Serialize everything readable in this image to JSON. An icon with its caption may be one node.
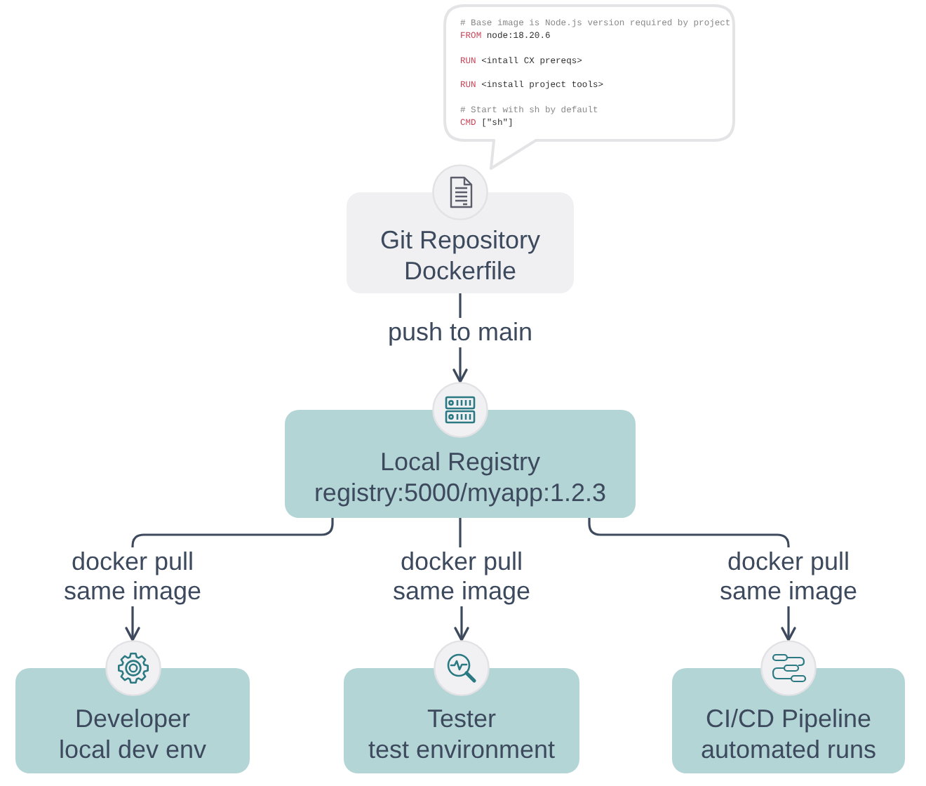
{
  "diagram": {
    "nodes": [
      {
        "text": [
          "# Base image is Node.js version required by project",
          "FROM node:18.20.6",
          "RUN <intall CX prereqs>",
          "RUN <install project tools>",
          "# Start with sh by default",
          "CMD [\"sh\"]"
        ]
      },
      {
        "text": [
          "Git Repository",
          "Dockerfile"
        ]
      },
      {
        "text": [
          "Local Registry",
          "registry:5000/myapp:1.2.3"
        ]
      },
      {
        "text": [
          "Developer",
          "local dev env"
        ]
      },
      {
        "text": [
          "Tester",
          "test environment"
        ]
      },
      {
        "text": [
          "CI/CD Pipeline",
          "automated runs"
        ]
      }
    ],
    "edges": [
      {
        "from": 1,
        "to": 2,
        "arrow": "to",
        "label": "push to main"
      },
      {
        "from": 2,
        "to": 3,
        "arrow": "to",
        "label": "docker pull same image"
      },
      {
        "from": 2,
        "to": 4,
        "arrow": "to",
        "label": "docker pull same image"
      },
      {
        "from": 2,
        "to": 5,
        "arrow": "to",
        "label": "docker pull same image"
      }
    ]
  }
}
